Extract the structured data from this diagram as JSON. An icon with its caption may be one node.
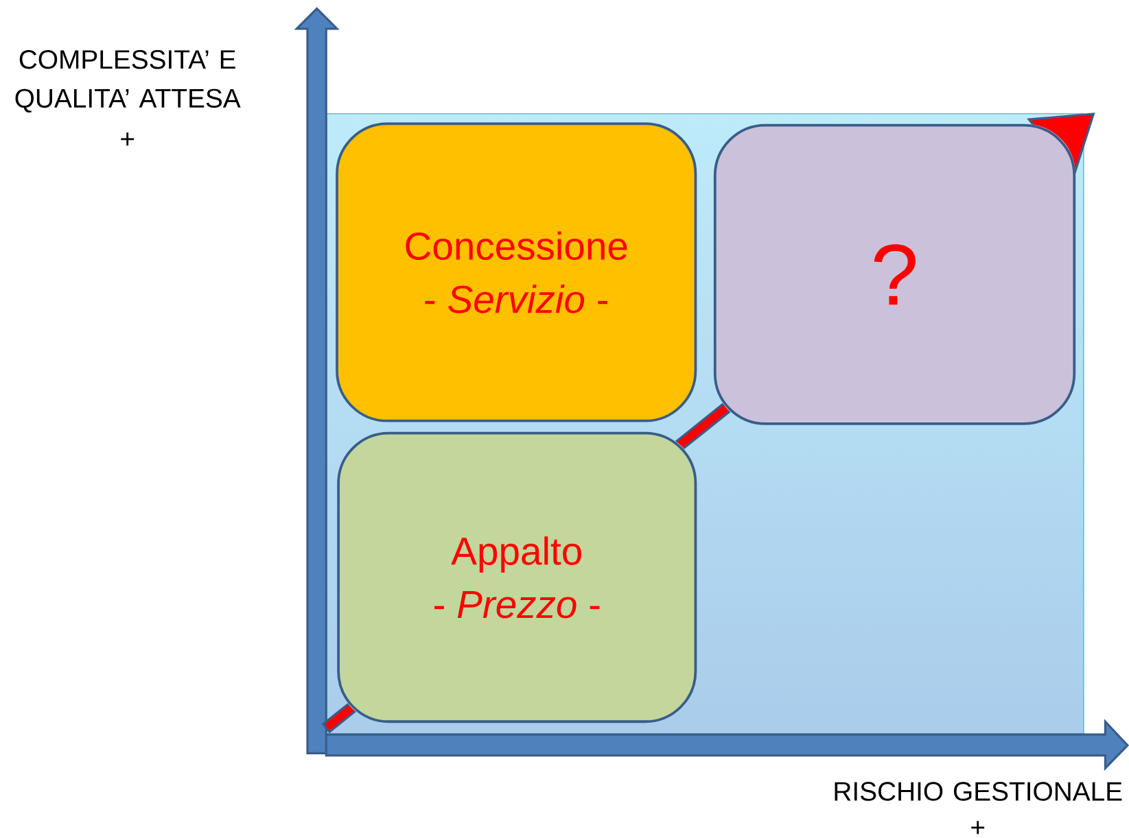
{
  "diagram": {
    "nodes": [
      {
        "text": [
          "Concessione",
          "- *Servizio* -"
        ]
      },
      {
        "text": [
          "?"
        ]
      },
      {
        "text": [
          "Appalto",
          "- *Prezzo* -"
        ]
      }
    ],
    "edges": [
      {
        "from": 2,
        "to": 1,
        "arrow": "to",
        "style": "thick",
        "color": "#ff0000"
      }
    ],
    "labels": [
      "COMPLESSITA’ E QUALITA’ ATTESA",
      "+",
      "RISCHIO GESTIONALE",
      "+"
    ]
  }
}
